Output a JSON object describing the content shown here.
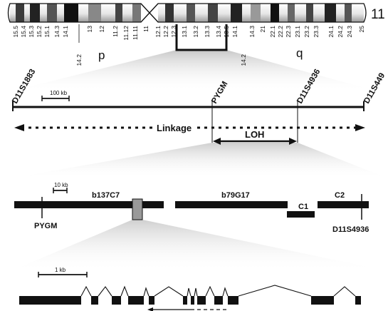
{
  "chromosome": {
    "name": "11",
    "p_arm_label": "p",
    "q_arm_label": "q",
    "bands": [
      "15.5",
      "15.4",
      "15.3",
      "15.2",
      "15.1",
      "14.3",
      "14.2",
      "14.1",
      "13",
      "12",
      "11.2",
      "11.12",
      "11.11",
      "11",
      "12.1",
      "12.2",
      "12.3",
      "13.1",
      "13.2",
      "13.3",
      "13.4",
      "13.5",
      "14.1",
      "14.2",
      "14.3",
      "21",
      "22.1",
      "22.2",
      "22.3",
      "23.1",
      "23.2",
      "23.3",
      "24.1",
      "24.2",
      "24.3",
      "25"
    ]
  },
  "linkage_map": {
    "markers": [
      "D11S1883",
      "PYGM",
      "D11S4936",
      "D11S449"
    ],
    "scale_bar": "100 kb",
    "linkage_label": "Linkage",
    "loh_label": "LOH"
  },
  "contig_map": {
    "scale_bar": "10 kb",
    "clones": [
      "b137C7",
      "b79G17",
      "C1",
      "C2"
    ],
    "markers": [
      "PYGM",
      "D11S4936"
    ]
  },
  "gene_structure": {
    "scale_bar": "1 kb"
  },
  "colors": {
    "ink": "#111111",
    "highlight_box": "#999999",
    "zoom_shade": "#dcdcdc"
  }
}
